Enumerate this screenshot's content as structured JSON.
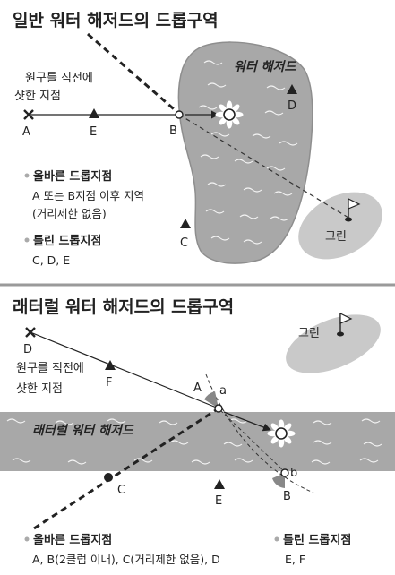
{
  "panel1": {
    "title": "일반 워터 해저드의 드롭구역",
    "hazard_label": "워터 해저드",
    "shot_note": [
      "원구를 직전에",
      "샷한 지점"
    ],
    "points": {
      "A": "A",
      "B": "B",
      "C": "C",
      "D": "D",
      "E": "E"
    },
    "correct": {
      "heading": "올바른 드롭지점",
      "lines": [
        "A 또는 B지점 이후 지역",
        "(거리제한 없음)"
      ]
    },
    "wrong": {
      "heading": "틀린 드롭지점",
      "text": "C, D, E"
    },
    "green_label": "그린"
  },
  "panel2": {
    "title": "래터럴 워터 해저드의 드롭구역",
    "hazard_label": "래터럴 워터 해저드",
    "shot_note": [
      "원구를 직전에",
      "샷한 지점"
    ],
    "points": {
      "A": "A",
      "a": "a",
      "B": "B",
      "b": "b",
      "C": "C",
      "D": "D",
      "E": "E",
      "F": "F"
    },
    "correct": {
      "heading": "올바른 드롭지점",
      "text": "A, B(2클럽 이내), C(거리제한 없음), D"
    },
    "wrong": {
      "heading": "틀린 드롭지점",
      "text": "E, F"
    },
    "green_label": "그린"
  },
  "colors": {
    "hazard": "#a6a6a6",
    "hazard_stroke": "#8a8a8a",
    "green": "#c8c8c8",
    "panel_bg": "#ffffff",
    "divider": "#9a9a9a",
    "text": "#222222"
  }
}
